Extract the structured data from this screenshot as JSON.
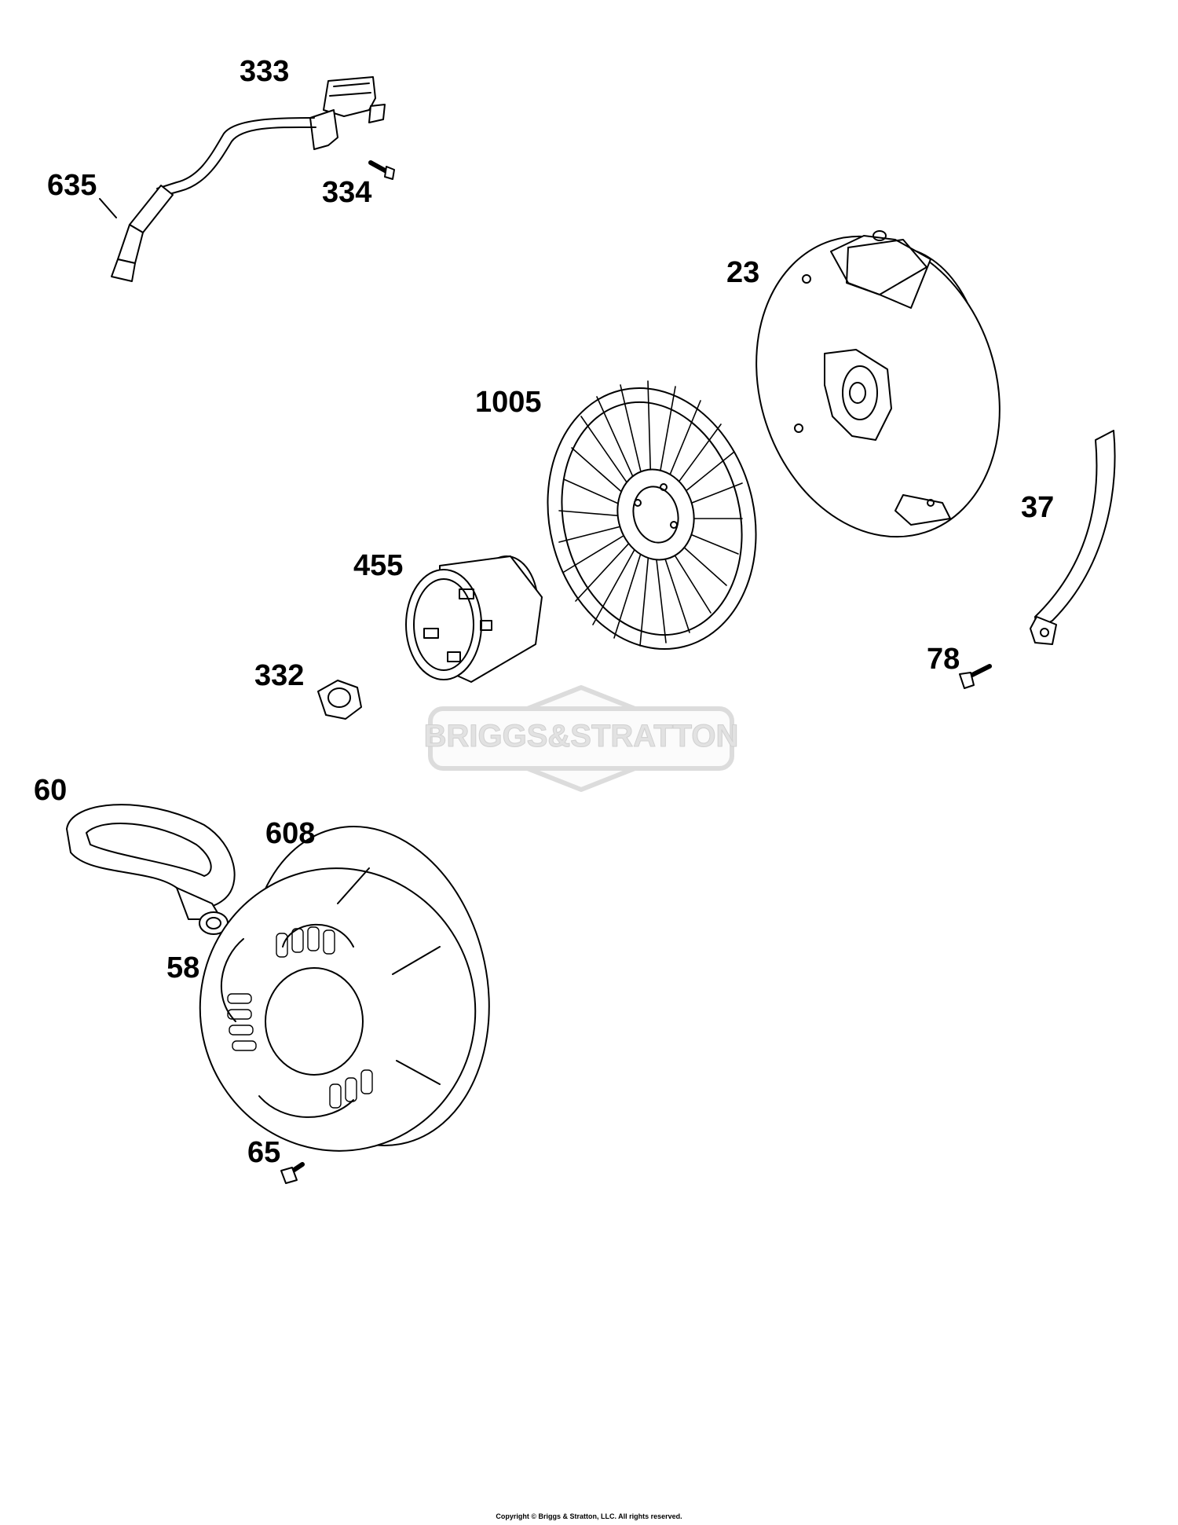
{
  "watermark": {
    "text": "BRIGGS&STRATTON",
    "color": "#e2e2e2"
  },
  "callouts": {
    "c333": "333",
    "c334": "334",
    "c635": "635",
    "c23": "23",
    "c1005": "1005",
    "c37": "37",
    "c455": "455",
    "c332": "332",
    "c78": "78",
    "c60": "60",
    "c608": "608",
    "c58": "58",
    "c65": "65"
  },
  "footer": {
    "copyright": "Copyright © Briggs & Stratton, LLC. All rights reserved."
  },
  "parts": [
    {
      "ref": "333",
      "icon": "ignition-coil-icon"
    },
    {
      "ref": "334",
      "icon": "screw-icon"
    },
    {
      "ref": "635",
      "icon": "spark-plug-boot-icon"
    },
    {
      "ref": "23",
      "icon": "flywheel-icon"
    },
    {
      "ref": "1005",
      "icon": "fan-icon"
    },
    {
      "ref": "37",
      "icon": "bracket-icon"
    },
    {
      "ref": "455",
      "icon": "starter-cup-icon"
    },
    {
      "ref": "332",
      "icon": "nut-icon"
    },
    {
      "ref": "78",
      "icon": "screw-icon"
    },
    {
      "ref": "60",
      "icon": "handle-icon"
    },
    {
      "ref": "608",
      "icon": "rewind-starter-icon"
    },
    {
      "ref": "58",
      "icon": "rope-guide-icon"
    },
    {
      "ref": "65",
      "icon": "screw-icon"
    }
  ]
}
